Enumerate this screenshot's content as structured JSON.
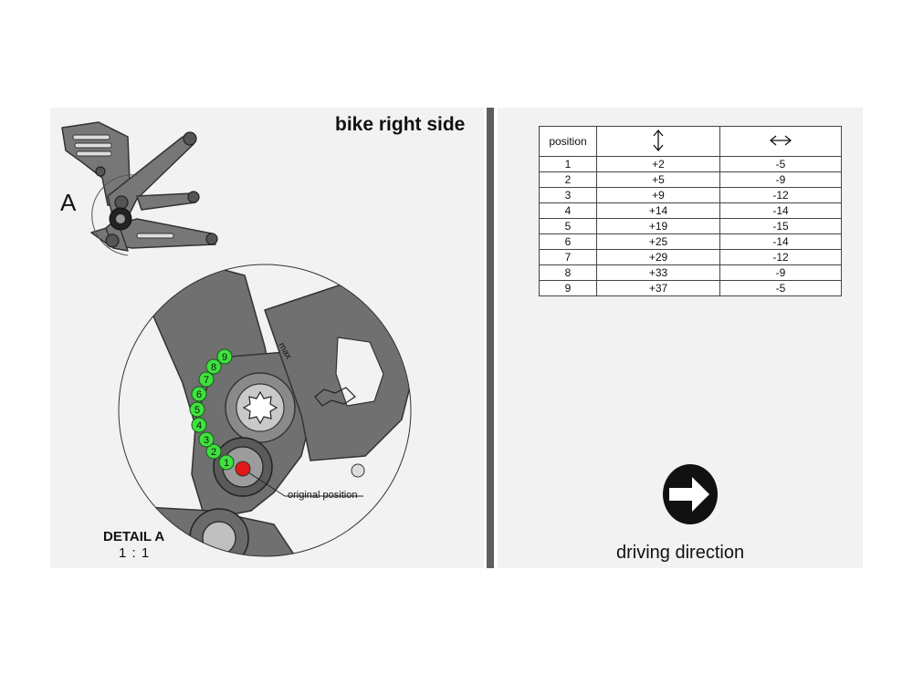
{
  "title": "bike right side",
  "overview": {
    "callout_letter": "A"
  },
  "detail": {
    "title": "DETAIL A",
    "scale": "1 : 1",
    "original_label": "original position",
    "hole_labels": [
      "1",
      "2",
      "3",
      "4",
      "5",
      "6",
      "7",
      "8",
      "9"
    ],
    "marks": [
      "max"
    ],
    "colors": {
      "hole": "#3ee23e",
      "original": "#e01818",
      "part": "#6e6e6e"
    }
  },
  "table": {
    "headers": {
      "position": "position",
      "vertical_icon": "vertical-arrows-icon",
      "horizontal_icon": "horizontal-arrows-icon"
    },
    "rows": [
      {
        "position": "1",
        "vertical": "+2",
        "horizontal": "-5"
      },
      {
        "position": "2",
        "vertical": "+5",
        "horizontal": "-9"
      },
      {
        "position": "3",
        "vertical": "+9",
        "horizontal": "-12"
      },
      {
        "position": "4",
        "vertical": "+14",
        "horizontal": "-14"
      },
      {
        "position": "5",
        "vertical": "+19",
        "horizontal": "-15"
      },
      {
        "position": "6",
        "vertical": "+25",
        "horizontal": "-14"
      },
      {
        "position": "7",
        "vertical": "+29",
        "horizontal": "-12"
      },
      {
        "position": "8",
        "vertical": "+33",
        "horizontal": "-9"
      },
      {
        "position": "9",
        "vertical": "+37",
        "horizontal": "-5"
      }
    ]
  },
  "direction": {
    "label": "driving direction",
    "icon": "arrow-right-circle-icon"
  }
}
